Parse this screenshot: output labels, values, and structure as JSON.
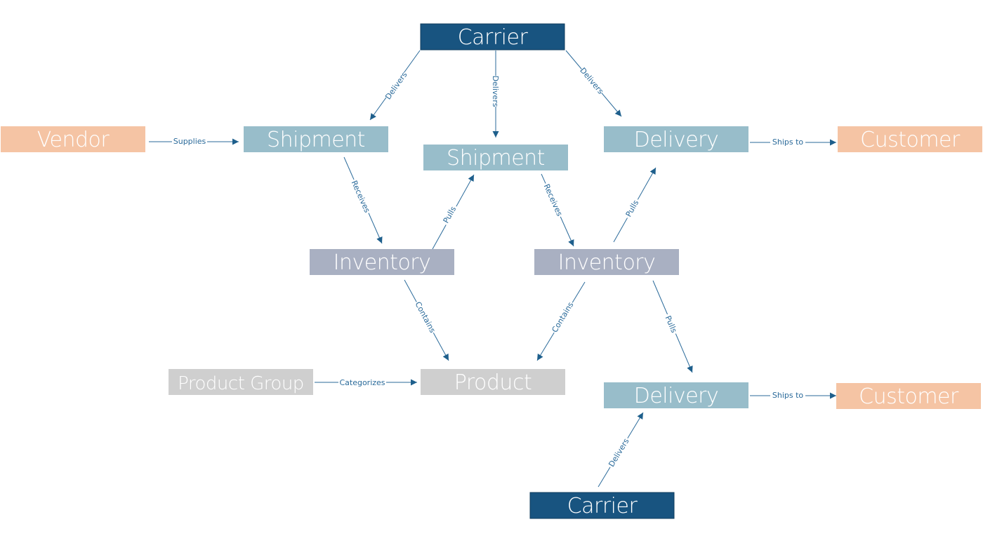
{
  "colors": {
    "carrier": "#185480",
    "shipment": "#98bdca",
    "delivery": "#98bdca",
    "inventory": "#a9b0c2",
    "product": "#cfcfcf",
    "vendor": "#f5c4a4",
    "customer": "#f5c4a4",
    "edge": "#2a6a9a"
  },
  "nodes": {
    "carrier_top": "Carrier",
    "vendor": "Vendor",
    "shipment_left": "Shipment",
    "shipment_center": "Shipment",
    "delivery_top": "Delivery",
    "customer_top": "Customer",
    "inventory_left": "Inventory",
    "inventory_right": "Inventory",
    "product_group": "Product Group",
    "product": "Product",
    "delivery_bottom": "Delivery",
    "customer_bottom": "Customer",
    "carrier_bottom": "Carrier"
  },
  "edges": {
    "carrier_top_to_shipment_left": "Delivers",
    "carrier_top_to_shipment_center": "Delivers",
    "carrier_top_to_delivery_top": "Delivers",
    "vendor_to_shipment_left": "Supplies",
    "delivery_top_to_customer_top": "Ships to",
    "shipment_left_to_inventory_left": "Receives",
    "inventory_left_to_shipment_center": "Pulls",
    "shipment_center_to_inventory_right": "Receives",
    "inventory_right_to_delivery_top": "Pulls",
    "inventory_left_to_product": "Contains",
    "inventory_right_to_product": "Contains",
    "inventory_right_to_delivery_bottom": "Pulls",
    "product_group_to_product": "Categorizes",
    "delivery_bottom_to_customer_bottom": "Ships to",
    "carrier_bottom_to_delivery_bottom": "Delivers"
  }
}
